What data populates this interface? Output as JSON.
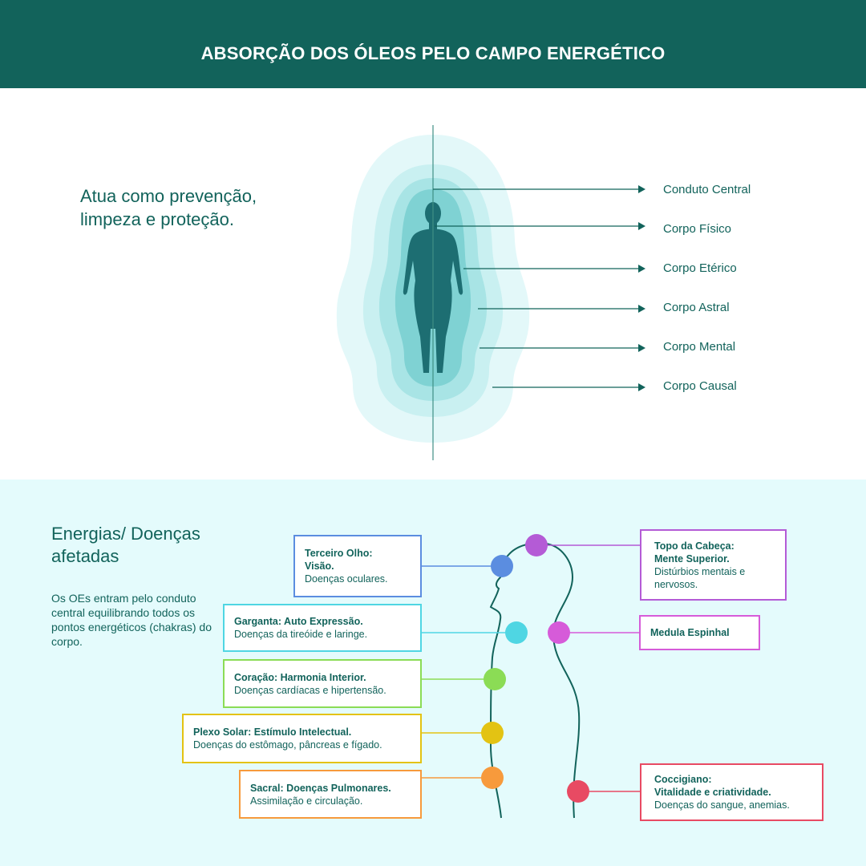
{
  "header": {
    "title": "ABSORÇÃO DOS ÓLEOS PELO CAMPO ENERGÉTICO"
  },
  "intro": {
    "text": "Atua como prevenção, limpeza e proteção."
  },
  "layers": [
    {
      "label": "Conduto Central"
    },
    {
      "label": "Corpo Físico"
    },
    {
      "label": "Corpo Etérico"
    },
    {
      "label": "Corpo Astral"
    },
    {
      "label": "Corpo Mental"
    },
    {
      "label": "Corpo Causal"
    }
  ],
  "section2": {
    "title": "Energias/ Doenças afetadas",
    "description": "Os OEs entram pelo conduto central equilibrando todos os pontos energéticos (chakras) do corpo."
  },
  "chakras": [
    {
      "title": "Terceiro Olho:",
      "subtitle": "Visão.",
      "text": "Doenças oculares.",
      "color": "#5b8de0"
    },
    {
      "title": "Garganta: Auto Expressão.",
      "subtitle": "",
      "text": "Doenças da tireóide e laringe.",
      "color": "#4fd6e3"
    },
    {
      "title": "Coração: Harmonia Interior.",
      "subtitle": "",
      "text": "Doenças cardíacas e hipertensão.",
      "color": "#8bdc55"
    },
    {
      "title": "Plexo Solar: Estímulo Intelectual.",
      "subtitle": "",
      "text": "Doenças do estômago, pâncreas e fígado.",
      "color": "#e3c313"
    },
    {
      "title": "Sacral: Doenças Pulmonares.",
      "subtitle": "",
      "text": "Assimilação e circulação.",
      "color": "#f79a3c"
    },
    {
      "title": "Topo da Cabeça:",
      "subtitle": "Mente Superior.",
      "text": "Distúrbios mentais e nervosos.",
      "color": "#b45bd6"
    },
    {
      "title": "Medula Espinhal",
      "subtitle": "",
      "text": "",
      "color": "#d65bd9"
    },
    {
      "title": "Coccigiano:",
      "subtitle": "Vitalidade e criatividade.",
      "text": "Doenças do sangue, anemias.",
      "color": "#e84a63"
    }
  ],
  "colors": {
    "primary": "#12635b",
    "bottom_bg": "#e4fbfc"
  }
}
